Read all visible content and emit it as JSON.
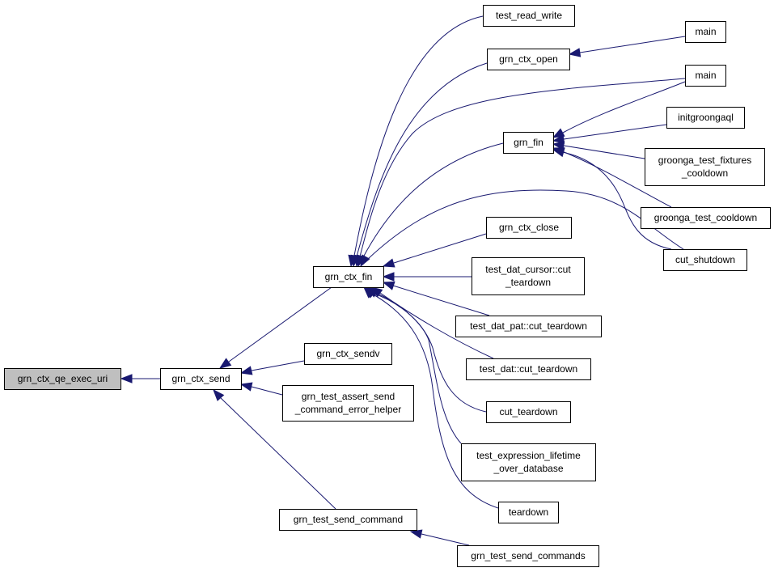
{
  "diagram": {
    "arrow_color": "#191970",
    "highlight_fill": "#bfbfbf",
    "nodes": [
      {
        "id": "grn_ctx_qe_exec_uri",
        "lines": [
          "grn_ctx_qe_exec_uri"
        ],
        "highlight": true
      },
      {
        "id": "grn_ctx_send",
        "lines": [
          "grn_ctx_send"
        ]
      },
      {
        "id": "grn_ctx_fin",
        "lines": [
          "grn_ctx_fin"
        ]
      },
      {
        "id": "grn_ctx_sendv",
        "lines": [
          "grn_ctx_sendv"
        ]
      },
      {
        "id": "grn_test_assert_send_command_error_helper",
        "lines": [
          "grn_test_assert_send",
          "_command_error_helper"
        ]
      },
      {
        "id": "grn_test_send_command",
        "lines": [
          "grn_test_send_command"
        ]
      },
      {
        "id": "grn_test_send_commands",
        "lines": [
          "grn_test_send_commands"
        ]
      },
      {
        "id": "test_read_write",
        "lines": [
          "test_read_write"
        ]
      },
      {
        "id": "grn_ctx_open",
        "lines": [
          "grn_ctx_open"
        ]
      },
      {
        "id": "grn_fin",
        "lines": [
          "grn_fin"
        ]
      },
      {
        "id": "grn_ctx_close",
        "lines": [
          "grn_ctx_close"
        ]
      },
      {
        "id": "test_dat_cursor_cut_teardown",
        "lines": [
          "test_dat_cursor::cut",
          "_teardown"
        ]
      },
      {
        "id": "test_dat_pat_cut_teardown",
        "lines": [
          "test_dat_pat::cut_teardown"
        ]
      },
      {
        "id": "test_dat_cut_teardown",
        "lines": [
          "test_dat::cut_teardown"
        ]
      },
      {
        "id": "cut_teardown",
        "lines": [
          "cut_teardown"
        ]
      },
      {
        "id": "test_expression_lifetime_over_database",
        "lines": [
          "test_expression_lifetime",
          "_over_database"
        ]
      },
      {
        "id": "teardown",
        "lines": [
          "teardown"
        ]
      },
      {
        "id": "main_1",
        "lines": [
          "main"
        ]
      },
      {
        "id": "main_2",
        "lines": [
          "main"
        ]
      },
      {
        "id": "initgroongaql",
        "lines": [
          "initgroongaql"
        ]
      },
      {
        "id": "groonga_test_fixtures_cooldown",
        "lines": [
          "groonga_test_fixtures",
          "_cooldown"
        ]
      },
      {
        "id": "groonga_test_cooldown",
        "lines": [
          "groonga_test_cooldown"
        ]
      },
      {
        "id": "cut_shutdown",
        "lines": [
          "cut_shutdown"
        ]
      }
    ],
    "edges": [
      {
        "from": "grn_ctx_send",
        "to": "grn_ctx_qe_exec_uri"
      },
      {
        "from": "grn_ctx_fin",
        "to": "grn_ctx_send"
      },
      {
        "from": "grn_ctx_sendv",
        "to": "grn_ctx_send"
      },
      {
        "from": "grn_test_assert_send_command_error_helper",
        "to": "grn_ctx_send"
      },
      {
        "from": "grn_test_send_command",
        "to": "grn_ctx_send"
      },
      {
        "from": "grn_test_send_commands",
        "to": "grn_test_send_command"
      },
      {
        "from": "test_read_write",
        "to": "grn_ctx_fin"
      },
      {
        "from": "grn_ctx_open",
        "to": "grn_ctx_fin"
      },
      {
        "from": "main_2",
        "to": "grn_ctx_fin"
      },
      {
        "from": "grn_fin",
        "to": "grn_ctx_fin"
      },
      {
        "from": "groonga_test_cooldown",
        "to": "grn_ctx_fin"
      },
      {
        "from": "grn_ctx_close",
        "to": "grn_ctx_fin"
      },
      {
        "from": "test_dat_cursor_cut_teardown",
        "to": "grn_ctx_fin"
      },
      {
        "from": "test_dat_pat_cut_teardown",
        "to": "grn_ctx_fin"
      },
      {
        "from": "test_dat_cut_teardown",
        "to": "grn_ctx_fin"
      },
      {
        "from": "cut_teardown",
        "to": "grn_ctx_fin"
      },
      {
        "from": "test_expression_lifetime_over_database",
        "to": "grn_ctx_fin"
      },
      {
        "from": "teardown",
        "to": "grn_ctx_fin"
      },
      {
        "from": "main_1",
        "to": "grn_ctx_open"
      },
      {
        "from": "main_2",
        "to": "grn_fin"
      },
      {
        "from": "initgroongaql",
        "to": "grn_fin"
      },
      {
        "from": "groonga_test_fixtures_cooldown",
        "to": "grn_fin"
      },
      {
        "from": "groonga_test_cooldown",
        "to": "grn_fin"
      },
      {
        "from": "cut_shutdown",
        "to": "grn_fin"
      }
    ]
  }
}
